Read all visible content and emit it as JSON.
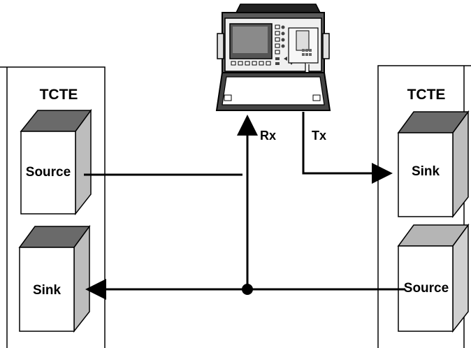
{
  "left_panel": {
    "title": "TCTE",
    "boxes": [
      {
        "label": "Source"
      },
      {
        "label": "Sink"
      }
    ]
  },
  "right_panel": {
    "title": "TCTE",
    "boxes": [
      {
        "label": "Sink"
      },
      {
        "label": "Source"
      }
    ]
  },
  "ports": {
    "rx_label": "Rx",
    "tx_label": "Tx"
  }
}
